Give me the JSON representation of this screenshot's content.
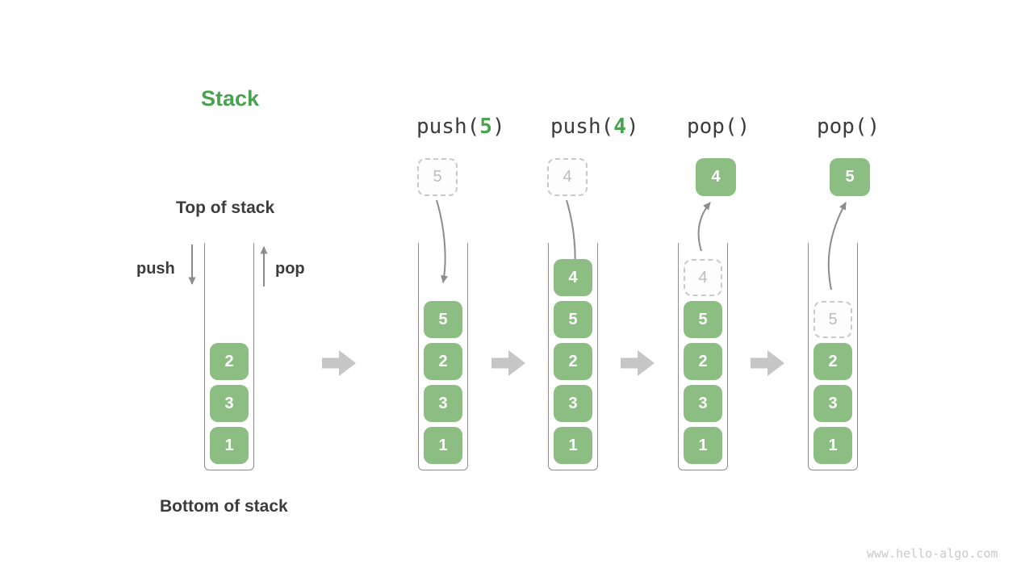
{
  "diagram": {
    "title": "Stack",
    "labels": {
      "top_of_stack": "Top of stack",
      "bottom_of_stack": "Bottom of stack",
      "push": "push",
      "pop": "pop"
    },
    "operations": [
      {
        "prefix": "push(",
        "arg": "5",
        "suffix": ")"
      },
      {
        "prefix": "push(",
        "arg": "4",
        "suffix": ")"
      },
      {
        "prefix": "pop()",
        "arg": "",
        "suffix": ""
      },
      {
        "prefix": "pop()",
        "arg": "",
        "suffix": ""
      }
    ],
    "stacks": [
      {
        "cells": [
          {
            "value": "2"
          },
          {
            "value": "3"
          },
          {
            "value": "1"
          }
        ]
      },
      {
        "incoming": {
          "value": "5"
        },
        "cells": [
          {
            "value": "5"
          },
          {
            "value": "2"
          },
          {
            "value": "3"
          },
          {
            "value": "1"
          }
        ]
      },
      {
        "incoming": {
          "value": "4"
        },
        "cells": [
          {
            "value": "4"
          },
          {
            "value": "5"
          },
          {
            "value": "2"
          },
          {
            "value": "3"
          },
          {
            "value": "1"
          }
        ]
      },
      {
        "outgoing": {
          "value": "4"
        },
        "cells": [
          {
            "value": "4",
            "ghost": true
          },
          {
            "value": "5"
          },
          {
            "value": "2"
          },
          {
            "value": "3"
          },
          {
            "value": "1"
          }
        ]
      },
      {
        "outgoing": {
          "value": "5"
        },
        "cells": [
          {
            "value": "5",
            "ghost": true
          },
          {
            "value": "2"
          },
          {
            "value": "3"
          },
          {
            "value": "1"
          }
        ]
      }
    ],
    "colors": {
      "accent_green": "#48A24F",
      "cell_green": "#8CBE83",
      "arrow_gray": "#8C8C8C",
      "stage_arrow_gray": "#C6C6C6",
      "ghost_gray": "#BDBDBD",
      "text_dark": "#3C3C3C"
    },
    "watermark": "www.hello-algo.com"
  }
}
